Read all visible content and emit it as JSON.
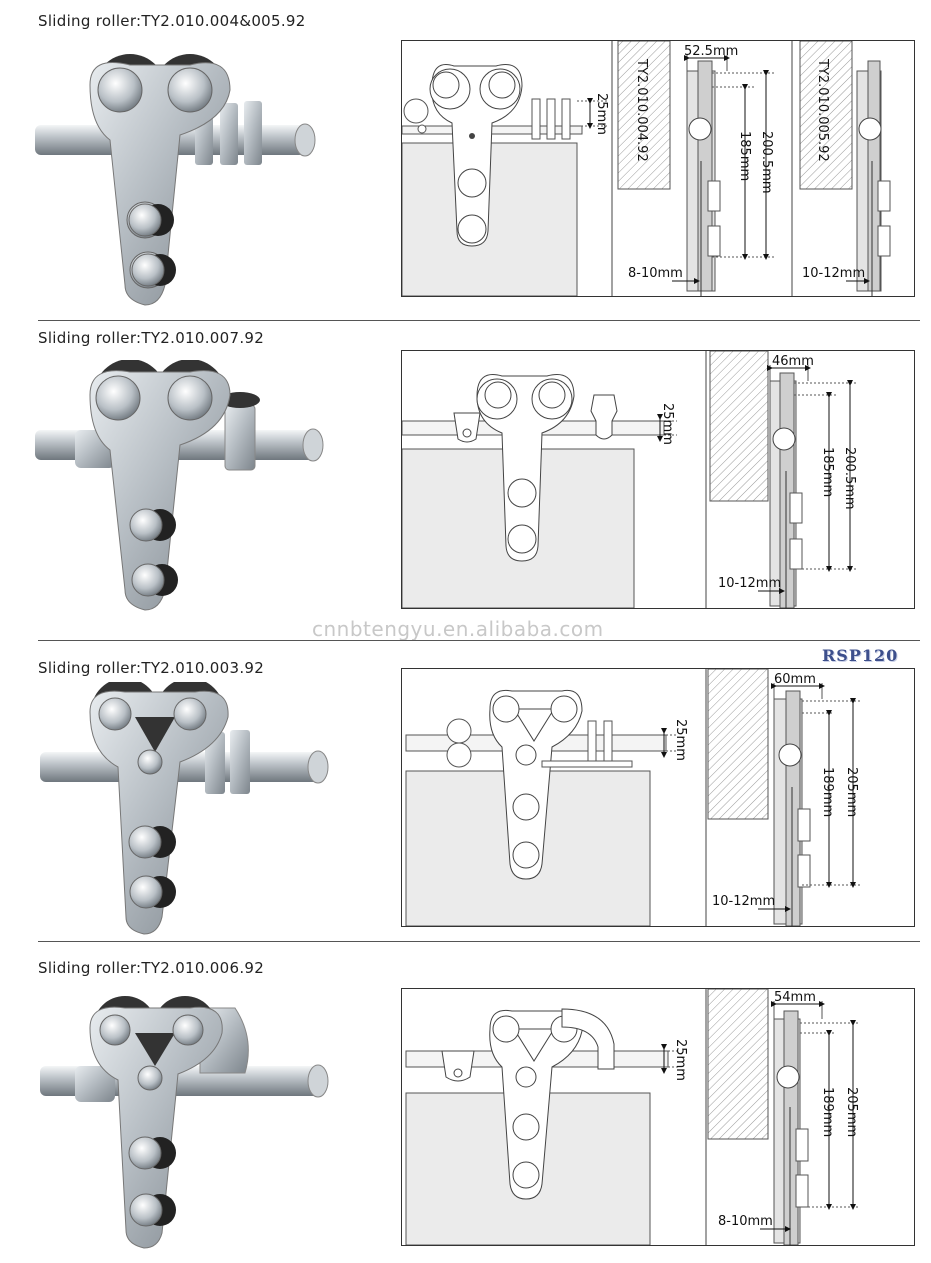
{
  "sections": [
    {
      "title": "Sliding roller:TY2.010.004&005.92",
      "side_labels": [
        "TY2.010.004.92",
        "TY2.010.005.92"
      ],
      "dims": {
        "width": "52.5mm",
        "rail": "25mm",
        "h1": "185mm",
        "h2": "200.5mm",
        "door_a": "8-10mm",
        "door_b": "10-12mm"
      }
    },
    {
      "title": "Sliding roller:TY2.010.007.92",
      "dims": {
        "width": "46mm",
        "rail": "25mm",
        "h1": "185mm",
        "h2": "200.5mm",
        "door": "10-12mm"
      }
    },
    {
      "title": "Sliding roller:TY2.010.003.92",
      "dims": {
        "width": "60mm",
        "rail": "25mm",
        "h1": "189mm",
        "h2": "205mm",
        "door": "10-12mm"
      }
    },
    {
      "title": "Sliding roller:TY2.010.006.92",
      "dims": {
        "width": "54mm",
        "rail": "25mm",
        "h1": "189mm",
        "h2": "205mm",
        "door": "8-10mm"
      }
    }
  ],
  "watermark": "cnnbtengyu.en.alibaba.com",
  "badge": "RSP120"
}
